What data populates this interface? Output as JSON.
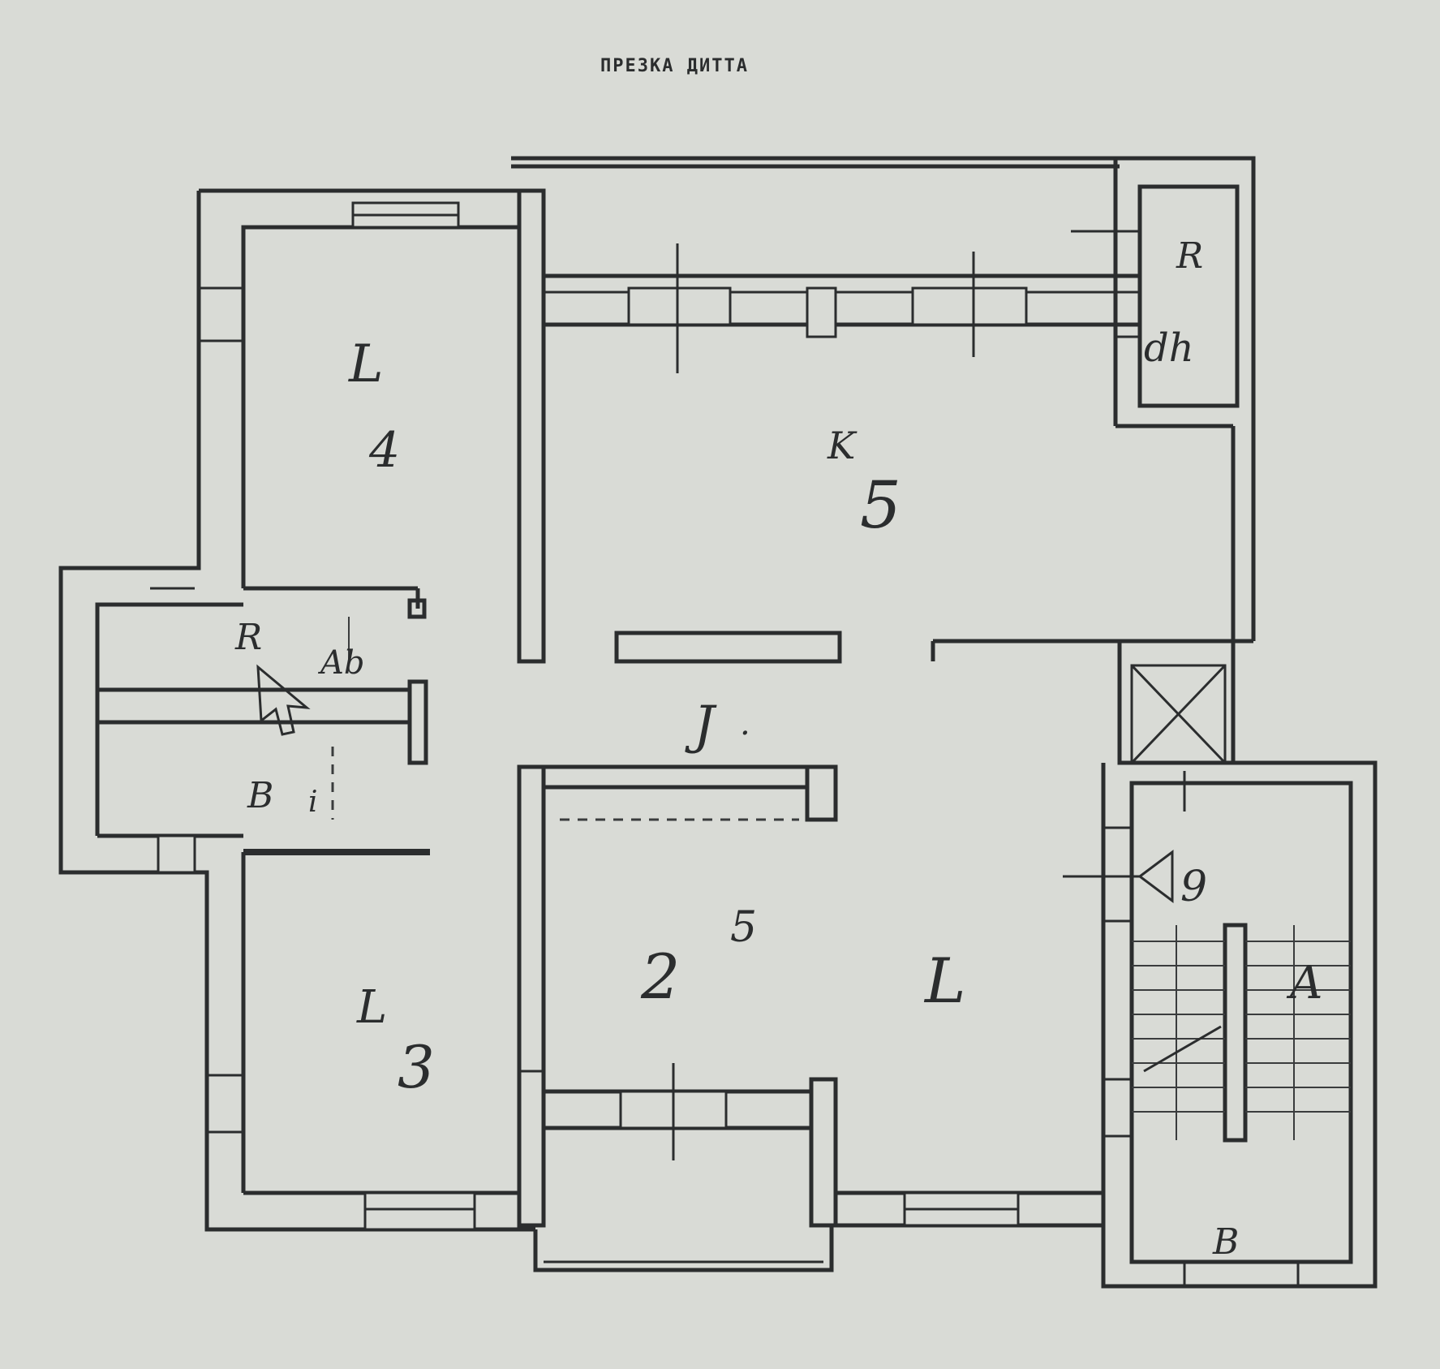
{
  "title": "ПРЕЗКА ДИТТА",
  "rooms": {
    "room_4": {
      "letter": "L",
      "number": "4"
    },
    "room_5": {
      "letter": "K",
      "number": "5"
    },
    "room_3": {
      "letter": "L",
      "number": "3"
    },
    "room_2": {
      "number": "2",
      "mark": "5"
    },
    "room_1": {
      "letter": "L"
    },
    "hall": {
      "letter": "J",
      "mark": "."
    },
    "bath_upper": {
      "letter": "R",
      "mark": "Ab"
    },
    "bath_lower": {
      "letter": "B",
      "mark": "i"
    },
    "kitchen_niche": {
      "letter": "R",
      "mark": "dh"
    },
    "stair": {
      "number": "9",
      "bottom_letter": "B",
      "arrow_mark": "A"
    }
  },
  "colors": {
    "paper": "#d9dbd6",
    "ink": "#2b2d2e"
  }
}
